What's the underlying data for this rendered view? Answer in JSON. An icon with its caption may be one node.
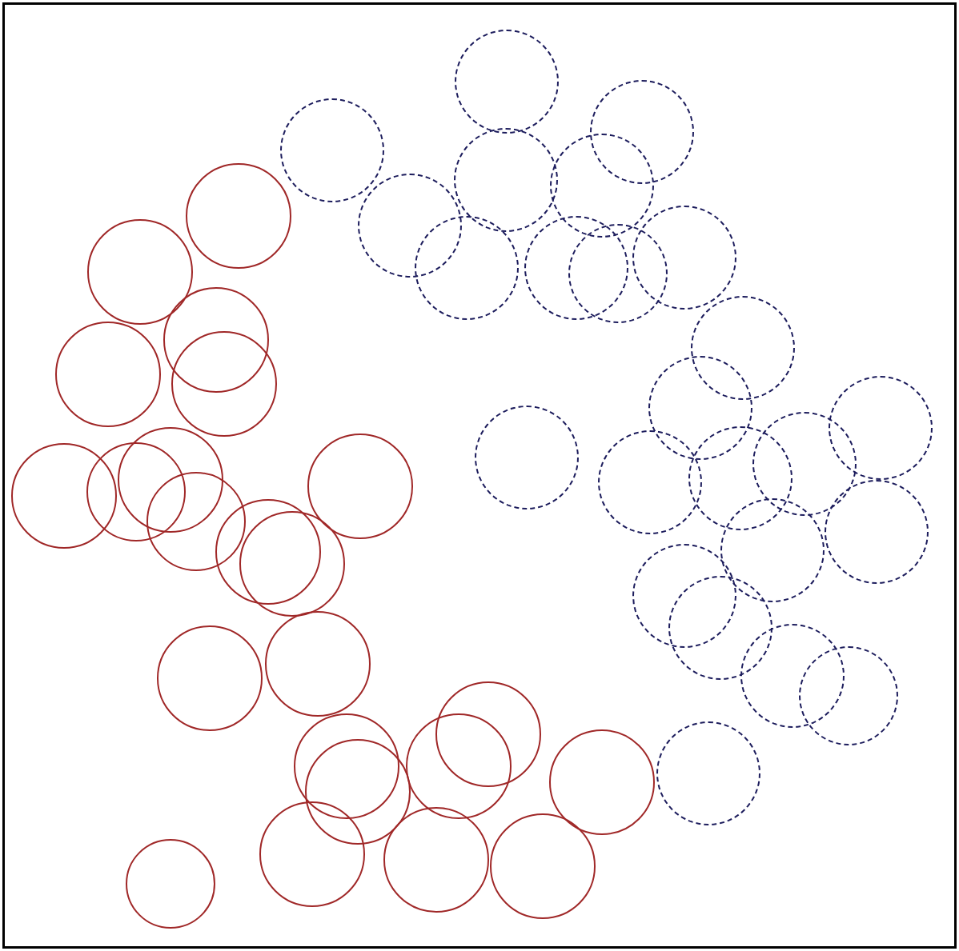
{
  "diagram": {
    "nodes": [
      {
        "text": [],
        "shape": "circle"
      },
      {
        "text": [],
        "shape": "circle"
      },
      {
        "text": [],
        "shape": "circle"
      },
      {
        "text": [],
        "shape": "circle"
      },
      {
        "text": [],
        "shape": "circle"
      },
      {
        "text": [],
        "shape": "circle"
      },
      {
        "text": [],
        "shape": "circle"
      },
      {
        "text": [],
        "shape": "circle"
      },
      {
        "text": [],
        "shape": "circle"
      },
      {
        "text": [],
        "shape": "circle"
      },
      {
        "text": [],
        "shape": "circle"
      },
      {
        "text": [],
        "shape": "circle"
      },
      {
        "text": [],
        "shape": "circle"
      },
      {
        "text": [],
        "shape": "circle"
      },
      {
        "text": [],
        "shape": "circle"
      },
      {
        "text": [],
        "shape": "circle"
      },
      {
        "text": [],
        "shape": "circle"
      },
      {
        "text": [],
        "shape": "circle"
      },
      {
        "text": [],
        "shape": "circle"
      },
      {
        "text": [],
        "shape": "circle"
      },
      {
        "text": [],
        "shape": "circle"
      },
      {
        "text": [],
        "shape": "circle"
      },
      {
        "text": [],
        "shape": "circle"
      },
      {
        "text": [],
        "shape": "circle"
      },
      {
        "text": [],
        "shape": "circle"
      },
      {
        "text": [],
        "shape": "circle"
      },
      {
        "text": [],
        "shape": "circle"
      },
      {
        "text": [],
        "shape": "circle"
      },
      {
        "text": [],
        "shape": "circle"
      },
      {
        "text": [],
        "shape": "circle"
      },
      {
        "text": [],
        "shape": "circle"
      },
      {
        "text": [],
        "shape": "circle"
      },
      {
        "text": [],
        "shape": "circle"
      },
      {
        "text": [],
        "shape": "circle"
      },
      {
        "text": [],
        "shape": "circle"
      },
      {
        "text": [],
        "shape": "circle"
      },
      {
        "text": [],
        "shape": "circle"
      },
      {
        "text": [],
        "shape": "circle"
      },
      {
        "text": [],
        "shape": "circle"
      },
      {
        "text": [],
        "shape": "circle"
      },
      {
        "text": [],
        "shape": "circle"
      },
      {
        "text": [],
        "shape": "circle"
      },
      {
        "text": [],
        "shape": "circle"
      },
      {
        "text": [],
        "shape": "circle"
      },
      {
        "text": [],
        "shape": "circle"
      },
      {
        "text": [],
        "shape": "circle"
      },
      {
        "text": [],
        "shape": "circle"
      }
    ]
  }
}
